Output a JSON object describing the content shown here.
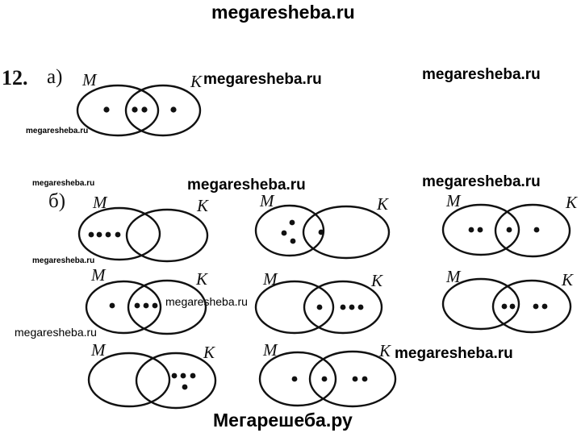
{
  "watermarks": {
    "top": "megaresheba.ru",
    "a_right": "megaresheba.ru",
    "far_right": "megaresheba.ru",
    "small_left_1": "megaresheba.ru",
    "small_left_2": "megaresheba.ru",
    "mid": "megaresheba.ru",
    "mid_right": "megaresheba.ru",
    "small_left_3": "megaresheba.ru",
    "center": "megaresheba.ru",
    "left_row3": "megaresheba.ru",
    "bottom_right": "megaresheba.ru",
    "bottom": "Мегарешеба.ру"
  },
  "exercise": {
    "number": "12.",
    "part_a": "а)",
    "part_b": "б)",
    "set_left": "M",
    "set_right": "K"
  }
}
